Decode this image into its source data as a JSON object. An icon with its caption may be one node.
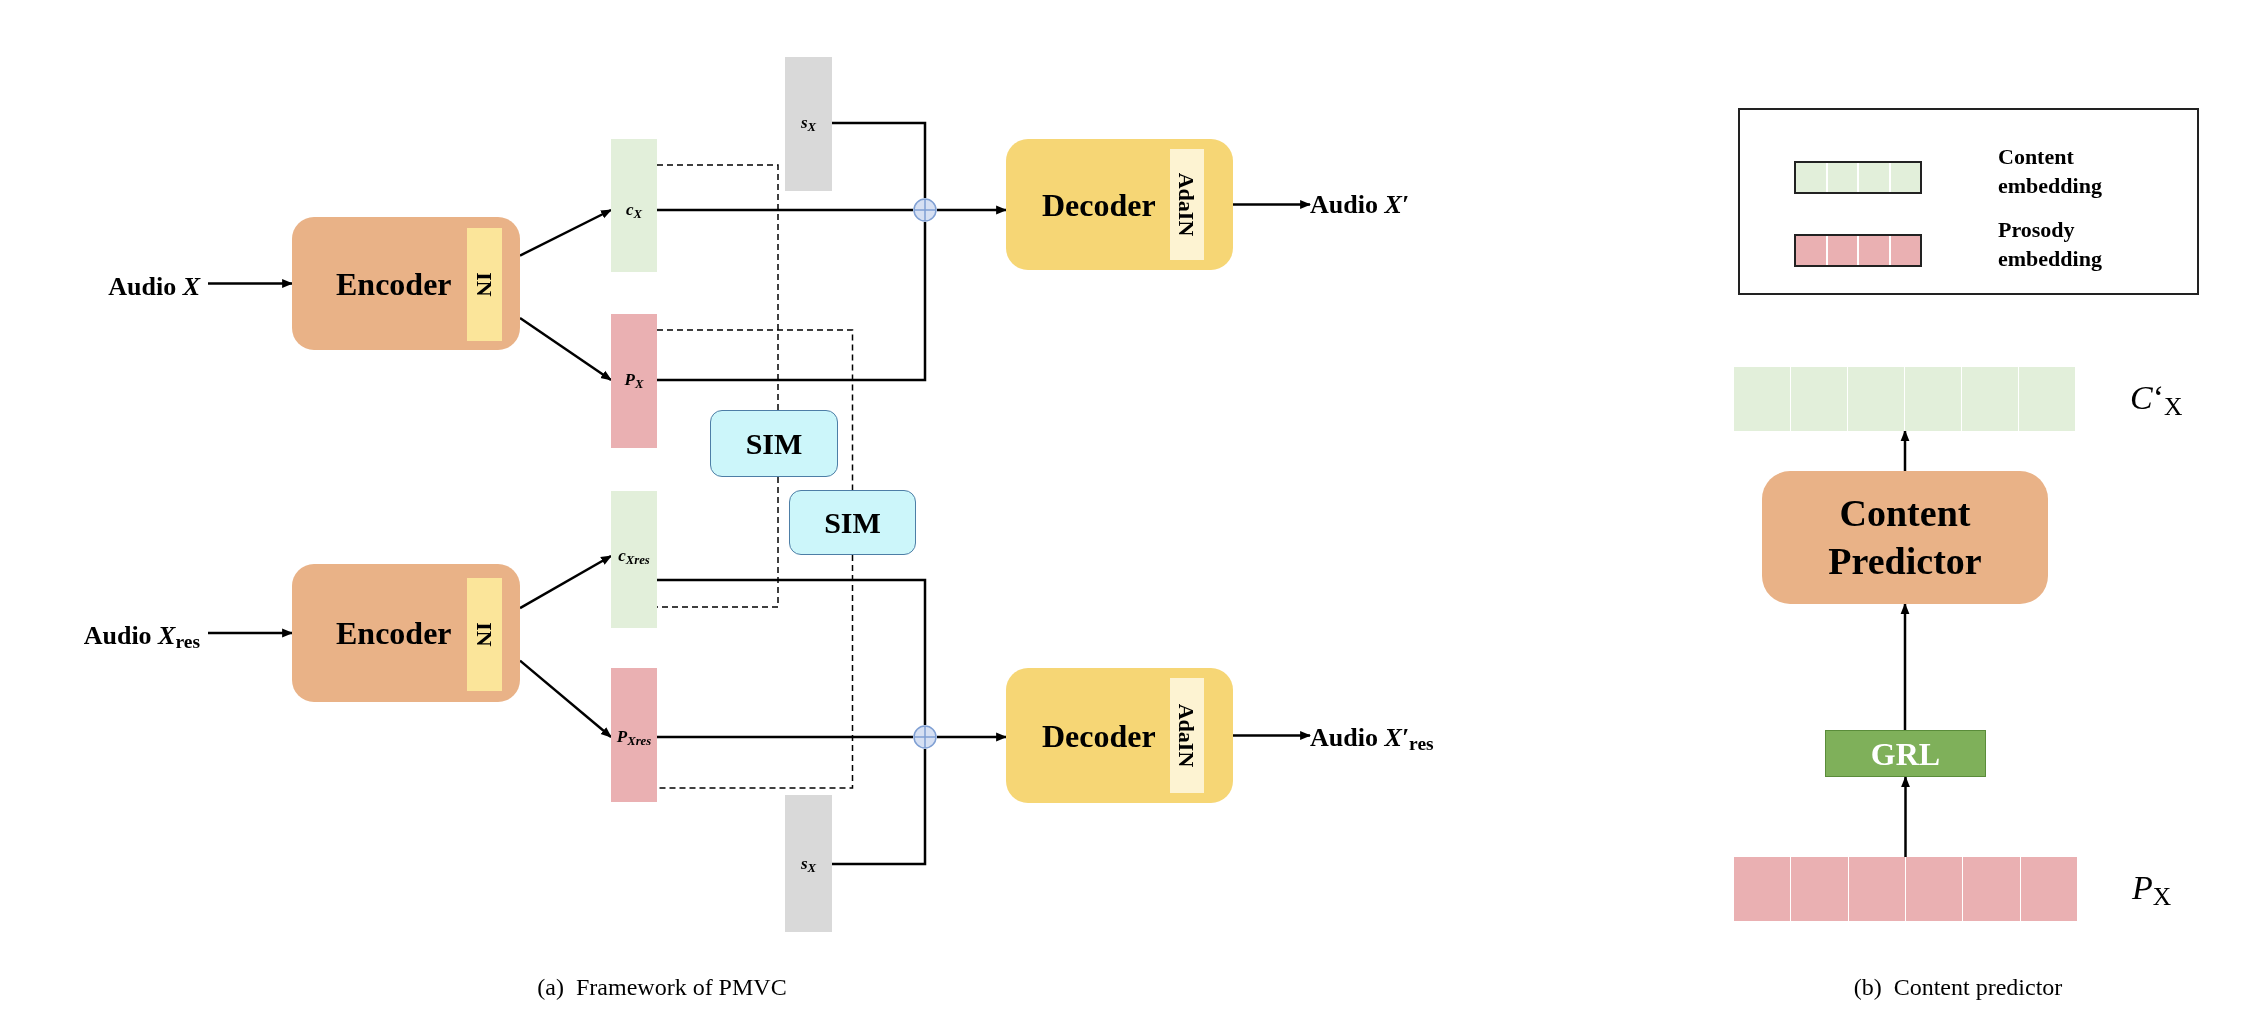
{
  "diagram": {
    "nodes": [
      {
        "text": [
          "Audio *X*"
        ]
      },
      {
        "text": [
          "Encoder"
        ]
      },
      {
        "text": [
          "IN"
        ],
        "in": 1
      },
      {
        "text": [
          "c$_{X}$"
        ]
      },
      {
        "text": [
          "P$_{X}$"
        ]
      },
      {
        "text": [
          "s$_{X}$"
        ]
      },
      {
        "text": [],
        "shape": "circle"
      },
      {
        "text": [
          "Decoder"
        ]
      },
      {
        "text": [
          "AdaIN"
        ],
        "in": 7
      },
      {
        "text": [
          "Audio *X′*"
        ]
      },
      {
        "text": [
          "SIM"
        ]
      },
      {
        "text": [
          "SIM"
        ]
      },
      {
        "text": [
          "Audio *X*$_{res}$"
        ]
      },
      {
        "text": [
          "Encoder"
        ]
      },
      {
        "text": [
          "IN"
        ],
        "in": 13
      },
      {
        "text": [
          "c$_{X}$$_{res}$"
        ]
      },
      {
        "text": [
          "P$_{X}$$_{res}$"
        ]
      },
      {
        "text": [],
        "shape": "circle"
      },
      {
        "text": [
          "Decoder"
        ]
      },
      {
        "text": [
          "AdaIN"
        ],
        "in": 18
      },
      {
        "text": [
          "Audio *X′*$_{res}$"
        ]
      },
      {
        "text": [
          "s$_{X}$"
        ]
      },
      {
        "text": [],
        "shape": "bar",
        "beside": [
          "*C*‘$_{X}$"
        ]
      },
      {
        "text": [
          "Content Predictor"
        ]
      },
      {
        "text": [
          "GRL"
        ]
      },
      {
        "text": [],
        "shape": "bar",
        "beside": [
          "*P*$_{X}$"
        ]
      }
    ],
    "edges": [
      {
        "from": 0,
        "to": 1,
        "arrow": "to"
      },
      {
        "from": 1,
        "to": 3,
        "arrow": "to"
      },
      {
        "from": 1,
        "to": 4,
        "arrow": "to"
      },
      {
        "from": 5,
        "to": 6,
        "arrow": "none"
      },
      {
        "from": 3,
        "to": 6,
        "arrow": "none"
      },
      {
        "from": 4,
        "to": 6,
        "arrow": "none"
      },
      {
        "from": 6,
        "to": 7,
        "arrow": "to"
      },
      {
        "from": 7,
        "to": 9,
        "arrow": "to"
      },
      {
        "from": 3,
        "to": 10,
        "arrow": "none",
        "style": "dashed"
      },
      {
        "from": 10,
        "to": 15,
        "arrow": "none",
        "style": "dashed"
      },
      {
        "from": 4,
        "to": 11,
        "arrow": "none",
        "style": "dashed"
      },
      {
        "from": 11,
        "to": 16,
        "arrow": "none",
        "style": "dashed"
      },
      {
        "from": 12,
        "to": 13,
        "arrow": "to"
      },
      {
        "from": 13,
        "to": 15,
        "arrow": "to"
      },
      {
        "from": 13,
        "to": 16,
        "arrow": "to"
      },
      {
        "from": 15,
        "to": 17,
        "arrow": "none"
      },
      {
        "from": 16,
        "to": 17,
        "arrow": "none"
      },
      {
        "from": 21,
        "to": 17,
        "arrow": "none"
      },
      {
        "from": 17,
        "to": 18,
        "arrow": "to"
      },
      {
        "from": 18,
        "to": 20,
        "arrow": "to"
      },
      {
        "from": 25,
        "to": 24,
        "arrow": "to"
      },
      {
        "from": 24,
        "to": 23,
        "arrow": "to"
      },
      {
        "from": 23,
        "to": 22,
        "arrow": "to"
      }
    ],
    "labels": [
      "(a)  Framework of PMVC",
      "(b)  Content predictor"
    ],
    "legend": [
      {
        "text": "Content embedding",
        "color": "#e2efda"
      },
      {
        "text": "Prosody embedding",
        "color": "#eab0b2"
      }
    ]
  }
}
